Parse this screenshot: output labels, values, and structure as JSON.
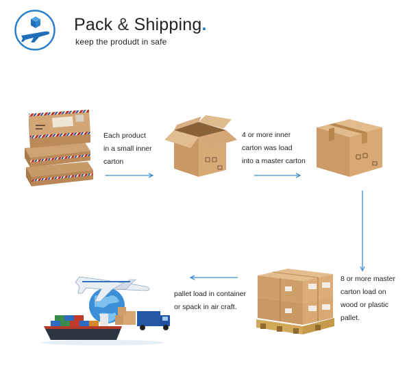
{
  "header": {
    "title_word1": "Pack",
    "title_amp": "&",
    "title_word2": "Shipping",
    "title_dot": ".",
    "subtitle": "keep the produdt in safe",
    "logo_icon": "plane-with-box-icon"
  },
  "steps": [
    {
      "id": "inner-carton",
      "caption": "Each product\nin a small inner\ncarton",
      "image": "kraft-mailer-boxes-icon"
    },
    {
      "id": "master-carton",
      "caption": "4 or more inner\ncarton was load\ninto a master carton",
      "image": "open-carton-icon"
    },
    {
      "id": "sealed-carton",
      "caption": "",
      "image": "sealed-carton-icon"
    },
    {
      "id": "pallet",
      "caption": "8 or more master\ncarton load on\nwood or plastic\npallet.",
      "image": "pallet-cartons-icon"
    },
    {
      "id": "transport",
      "caption": "pallet load in container\nor spack in air craft.",
      "image": "ship-plane-truck-icon"
    }
  ],
  "colors": {
    "arrow": "#3d8fd1",
    "logo_ring": "#2b7fc8",
    "title_dot": "#1e73be",
    "kraft": "#c9a072",
    "kraft_dark": "#a77b4c"
  }
}
